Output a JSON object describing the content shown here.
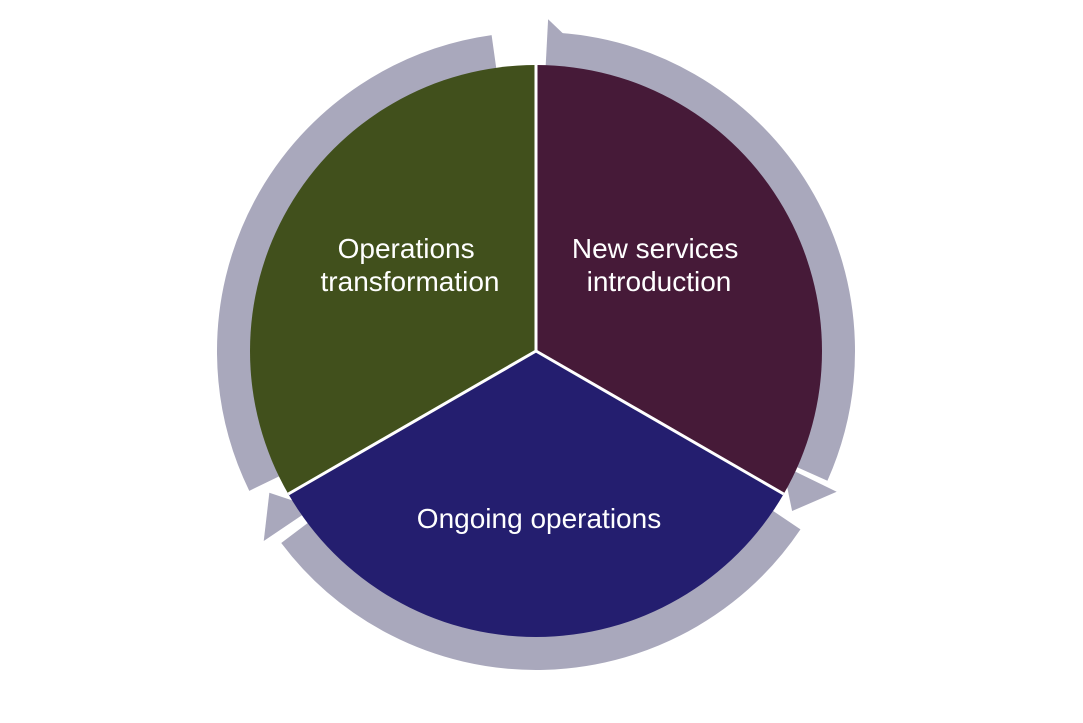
{
  "diagram": {
    "segments": [
      {
        "id": "new-services",
        "lines": [
          "New services",
          "introduction"
        ],
        "color": "#461a38"
      },
      {
        "id": "ongoing-operations",
        "lines": [
          "Ongoing operations"
        ],
        "color": "#241e6f"
      },
      {
        "id": "operations-transformation",
        "lines": [
          "Operations",
          "transformation"
        ],
        "color": "#41501c"
      }
    ],
    "ring_color": "#a9a8bc",
    "divider_color": "#ffffff"
  }
}
